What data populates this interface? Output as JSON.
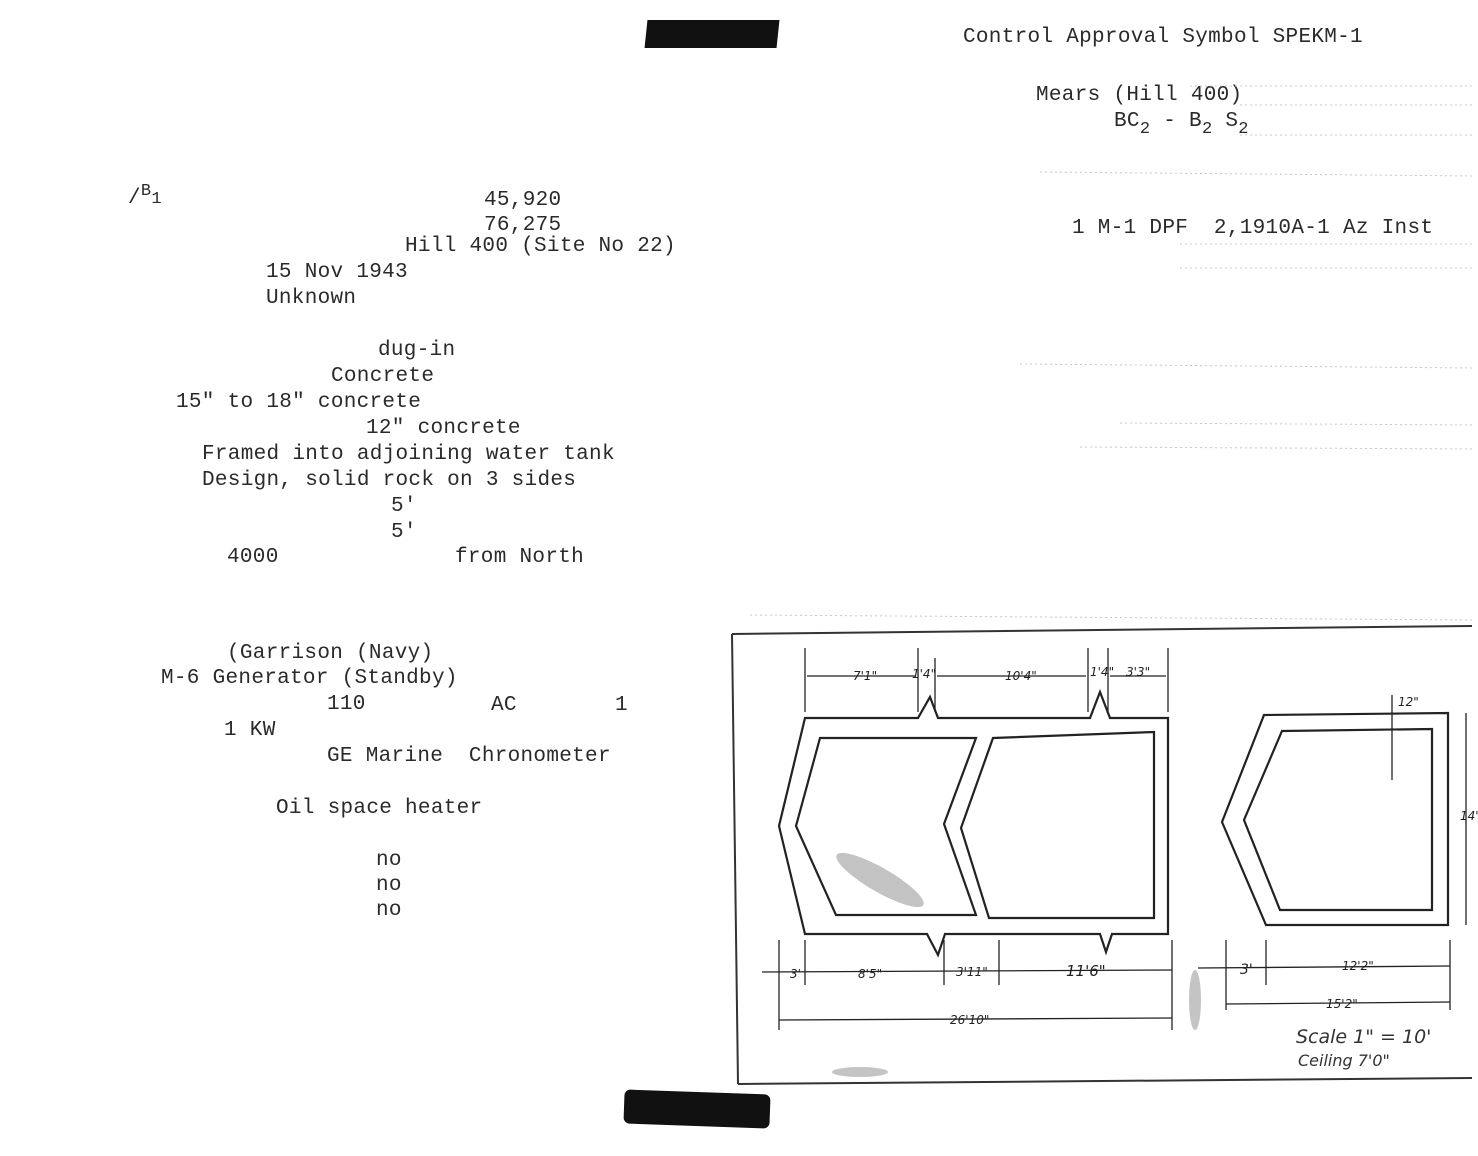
{
  "header": {
    "control_symbol": "Control Approval Symbol SPEKM-1",
    "site_name": "Mears (Hill 400)",
    "code_base": "BC",
    "code_base_sub": "2",
    "code_sep": " - B",
    "code_b_sub": "2",
    "code_s": " S",
    "code_s_sub": "2",
    "instrument": "1 M-1 DPF  2,1910A-1 Az Inst"
  },
  "form": {
    "mark": "B",
    "mark_sub": "1",
    "coord_1": "45,920",
    "coord_2": "76,275",
    "location": "Hill 400 (Site No 22)",
    "date": "15 Nov 1943",
    "status": "Unknown",
    "type": "dug-in",
    "material": "Concrete",
    "walls": "15\" to 18\" concrete",
    "roof": "12\" concrete",
    "remark_1": "Framed into adjoining water tank",
    "remark_2": "Design, solid rock on 3 sides",
    "dim_1": "5'",
    "dim_2": "5'",
    "distance": "4000",
    "direction": "from North",
    "garrison": "(Garrison (Navy)",
    "generator": "M-6 Generator (Standby)",
    "voltage": "110",
    "current": "AC",
    "phase": "1",
    "power": "1 KW",
    "clock": "GE Marine  Chronometer",
    "heater": "Oil space heater",
    "answer_1": "no",
    "answer_2": "no",
    "answer_3": "no"
  },
  "plan": {
    "dim_top_1": "7'1\"",
    "dim_top_2": "1'4\"",
    "dim_top_3": "10'4\"",
    "dim_top_4": "1'4\"",
    "dim_top_5": "3'3\"",
    "dim_bot_1": "3'",
    "dim_bot_2": "8'5\"",
    "dim_bot_3": "3'11\"",
    "dim_bot_4": "11'6\"",
    "dim_total": "26'10\"",
    "dim_wall": "12\"",
    "dim_right_1": "3'",
    "dim_right_2": "12'2\"",
    "dim_right_total": "15'2\"",
    "dim_height": "14'",
    "scale": "Scale 1\" = 10'",
    "ceiling": "Ceiling 7'0\""
  }
}
